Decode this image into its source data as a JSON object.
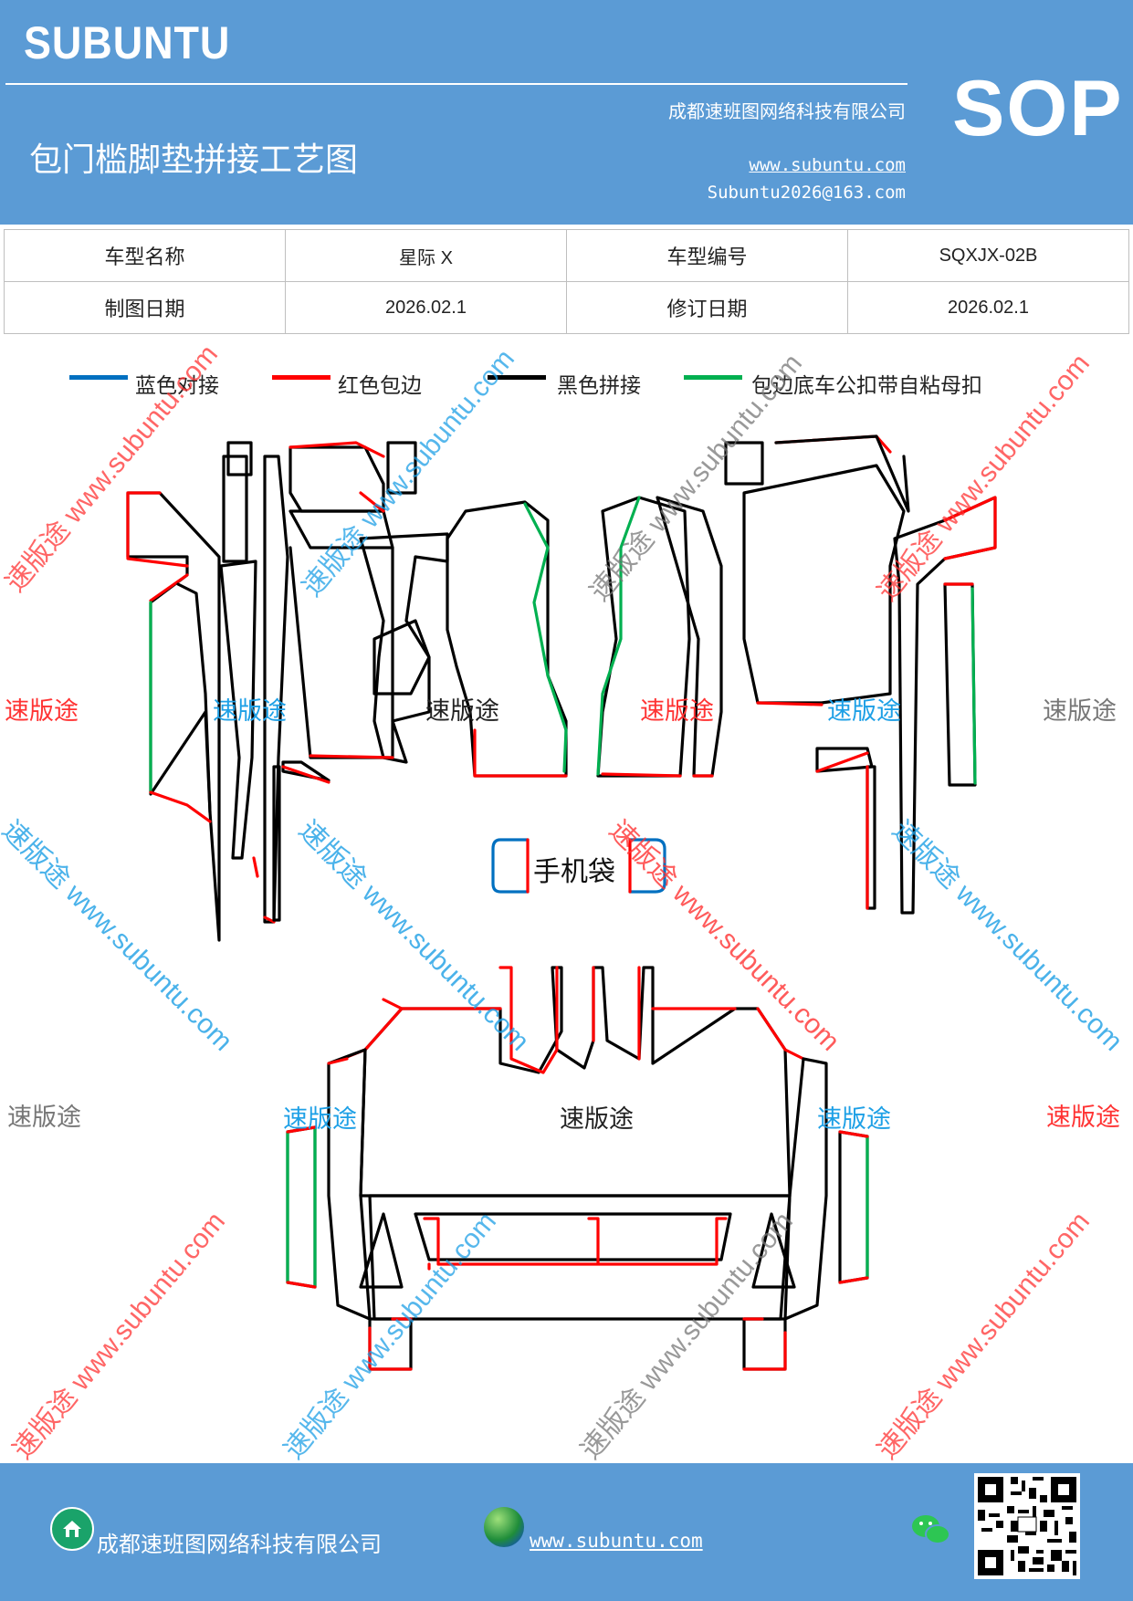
{
  "header": {
    "brand": "SUBUNTU",
    "title": "包门槛脚垫拼接工艺图",
    "company": "成都速班图网络科技有限公司",
    "website": "www.subuntu.com",
    "email": "Subuntu2026@163.com",
    "badge": "SOP"
  },
  "info_table": {
    "model_name_label": "车型名称",
    "model_name_value": "星际 X",
    "model_code_label": "车型编号",
    "model_code_value": "SQXJX-02B",
    "draw_date_label": "制图日期",
    "draw_date_value": "2026.02.1",
    "revise_date_label": "修订日期",
    "revise_date_value": "2026.02.1"
  },
  "legend": [
    {
      "label": "蓝色对接",
      "color": "#0070c0"
    },
    {
      "label": "红色包边",
      "color": "#ff0000"
    },
    {
      "label": "黑色拼接",
      "color": "#000000"
    },
    {
      "label": "包边底车公扣带自粘母扣",
      "color": "#00b050"
    }
  ],
  "diagram": {
    "phone_bag_label": "手机袋",
    "center_text": "速版途"
  },
  "watermarks": {
    "text": "速版途",
    "url": "www.subuntu.com",
    "combined": "速版途 www.subuntu.com"
  },
  "footer": {
    "company": "成都速班图网络科技有限公司",
    "website": "www.subuntu.com"
  },
  "colors": {
    "header_bg": "#5b9bd5",
    "blue": "#0070c0",
    "red": "#ff0000",
    "black": "#000000",
    "green": "#00b050",
    "wm_red": "#ff3333",
    "wm_blue": "#1ea0e6",
    "wm_gray": "#777777"
  }
}
